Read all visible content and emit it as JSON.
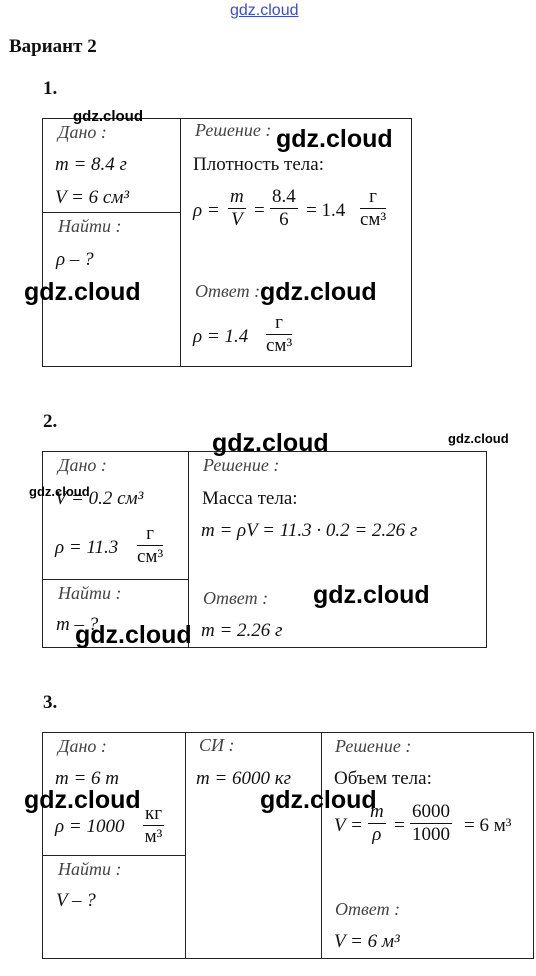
{
  "watermark": "gdz.cloud",
  "title": "Вариант 2",
  "problems": [
    {
      "number": "1.",
      "given_label": "Дано :",
      "given": [
        "m = 8.4 г",
        "V = 6 см³"
      ],
      "find_label": "Найти :",
      "find": "ρ – ?",
      "solution_label": "Решение :",
      "solution_text": "Плотность тела:",
      "formula_lhs": "ρ =",
      "formula_f1_num": "m",
      "formula_f1_den": "V",
      "formula_eq": "=",
      "formula_f2_num": "8.4",
      "formula_f2_den": "6",
      "formula_result": "= 1.4",
      "unit_num": "г",
      "unit_den": "см³",
      "answer_label": "Ответ :",
      "answer_lhs": "ρ = 1.4",
      "answer_unit_num": "г",
      "answer_unit_den": "см³"
    },
    {
      "number": "2.",
      "given_label": "Дано :",
      "given_v": "V = 0.2 см³",
      "given_rho": "ρ = 11.3",
      "given_rho_unit_num": "г",
      "given_rho_unit_den": "см³",
      "find_label": "Найти :",
      "find": "m – ?",
      "solution_label": "Решение :",
      "solution_text": "Масса тела:",
      "formula": "m = ρV = 11.3 · 0.2 = 2.26 г",
      "answer_label": "Ответ :",
      "answer": "m = 2.26 г"
    },
    {
      "number": "3.",
      "given_label": "Дано :",
      "given_m": "m = 6 т",
      "given_rho": "ρ = 1000",
      "given_rho_unit_num": "кг",
      "given_rho_unit_den": "м³",
      "find_label": "Найти :",
      "find": "V – ?",
      "si_label": "СИ :",
      "si_value": "m = 6000 кг",
      "solution_label": "Решение :",
      "solution_text": "Объем тела:",
      "formula_lhs": "V =",
      "formula_f1_num": "m",
      "formula_f1_den": "ρ",
      "formula_eq": "=",
      "formula_f2_num": "6000",
      "formula_f2_den": "1000",
      "formula_result": "= 6 м³",
      "answer_label": "Ответ :",
      "answer": "V = 6 м³"
    }
  ]
}
